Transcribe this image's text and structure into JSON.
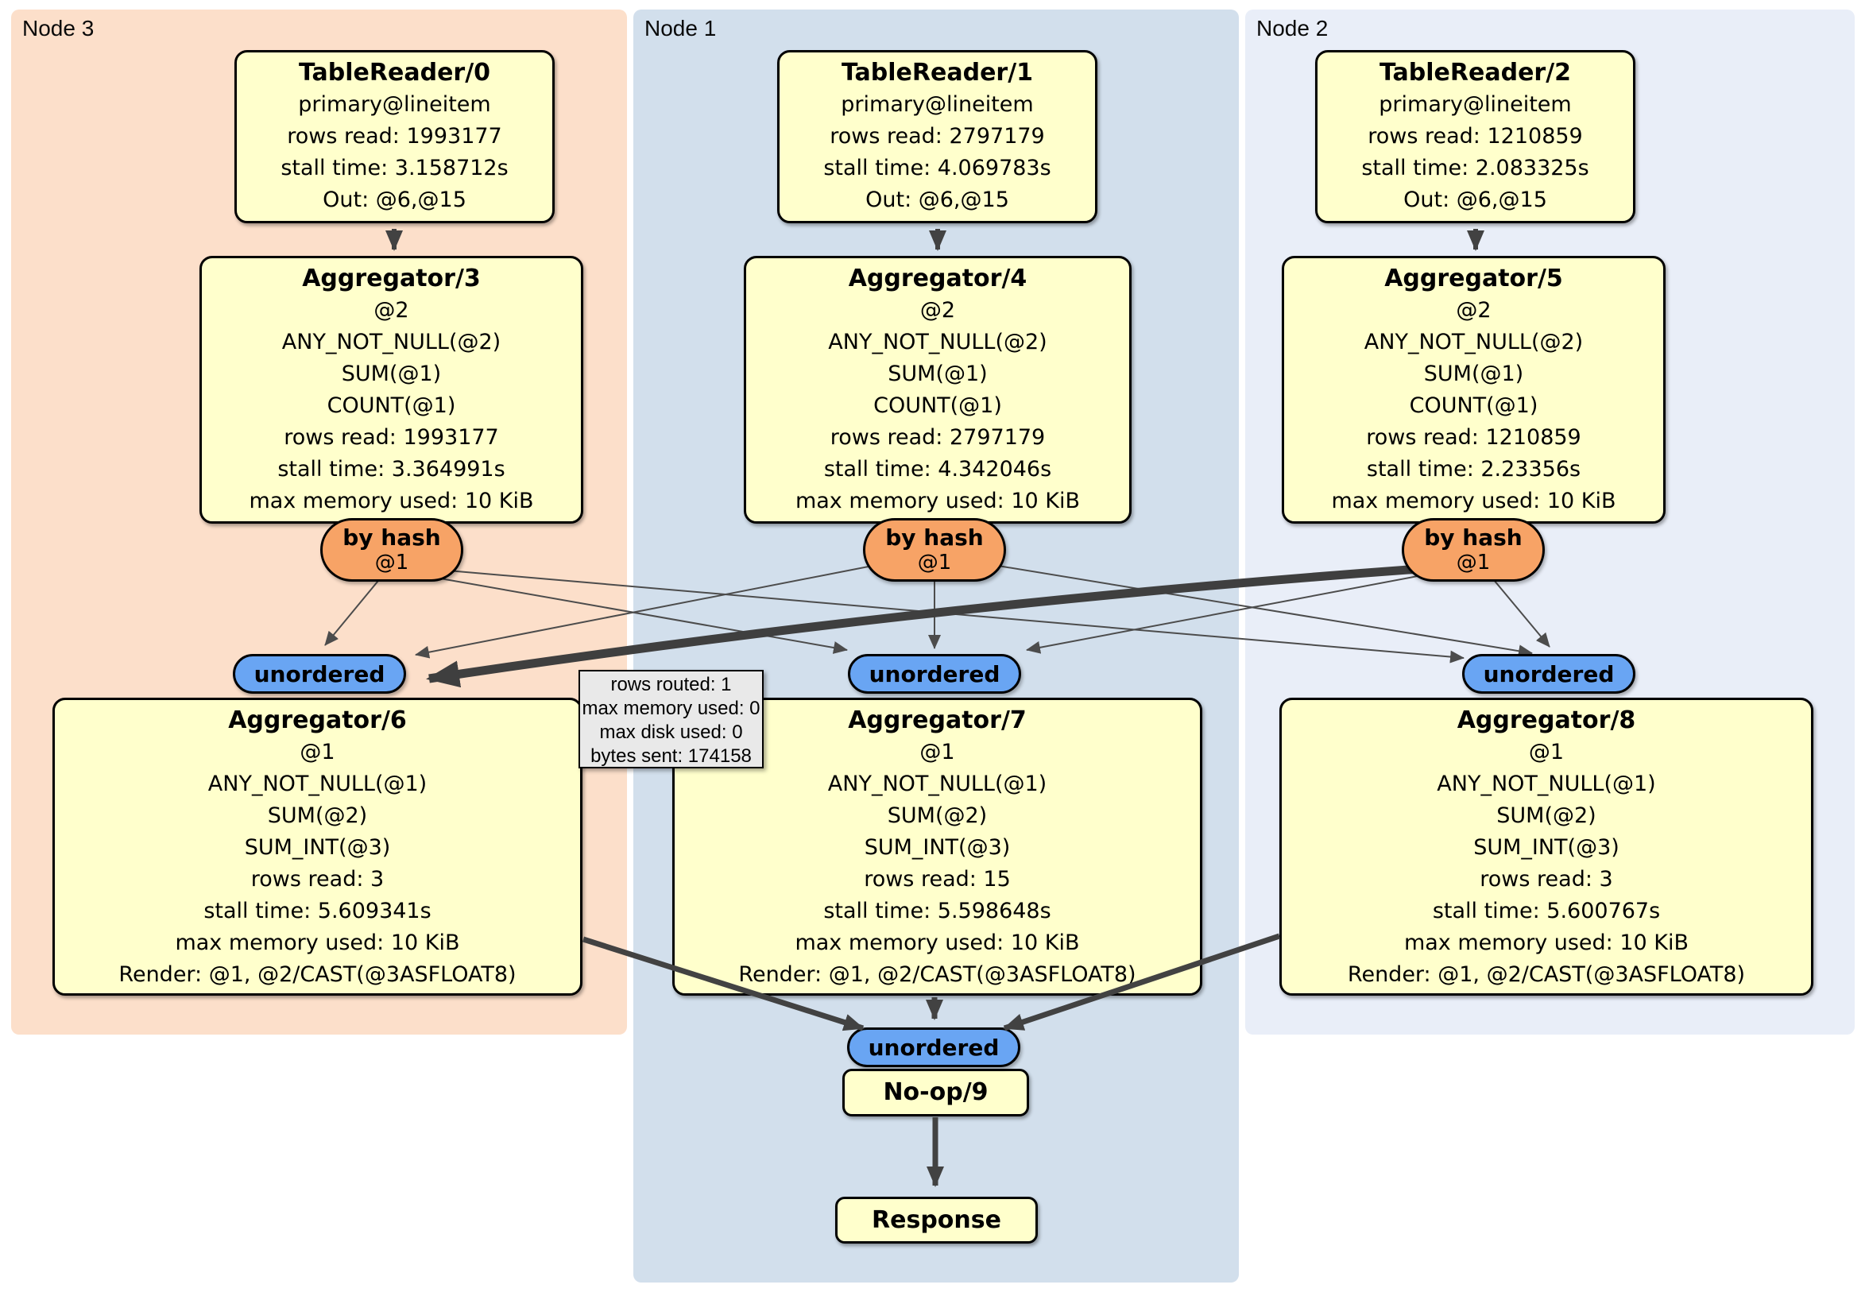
{
  "colors": {
    "node3-bg": "#fcdfca",
    "node1-bg": "#d2dfec",
    "node2-bg": "#e9eef8",
    "box-bg": "#ffffcc",
    "box-border": "#000000",
    "router-bg": "#f7a366",
    "sync-bg": "#69a5f3",
    "tooltip-bg": "#e9e9e9",
    "edge": "#4c4c4c",
    "text": "#000000"
  },
  "regions": [
    {
      "label": "Node 3"
    },
    {
      "label": "Node 1"
    },
    {
      "label": "Node 2"
    }
  ],
  "processors": {
    "tr0": {
      "title": "TableReader/0",
      "lines": [
        "primary@lineitem",
        "rows read: 1993177",
        "stall time: 3.158712s",
        "Out: @6,@15"
      ]
    },
    "tr1": {
      "title": "TableReader/1",
      "lines": [
        "primary@lineitem",
        "rows read: 2797179",
        "stall time: 4.069783s",
        "Out: @6,@15"
      ]
    },
    "tr2": {
      "title": "TableReader/2",
      "lines": [
        "primary@lineitem",
        "rows read: 1210859",
        "stall time: 2.083325s",
        "Out: @6,@15"
      ]
    },
    "agg3": {
      "title": "Aggregator/3",
      "lines": [
        "@2",
        "ANY_NOT_NULL(@2)",
        "SUM(@1)",
        "COUNT(@1)",
        "rows read: 1993177",
        "stall time: 3.364991s",
        "max memory used: 10 KiB"
      ]
    },
    "agg4": {
      "title": "Aggregator/4",
      "lines": [
        "@2",
        "ANY_NOT_NULL(@2)",
        "SUM(@1)",
        "COUNT(@1)",
        "rows read: 2797179",
        "stall time: 4.342046s",
        "max memory used: 10 KiB"
      ]
    },
    "agg5": {
      "title": "Aggregator/5",
      "lines": [
        "@2",
        "ANY_NOT_NULL(@2)",
        "SUM(@1)",
        "COUNT(@1)",
        "rows read: 1210859",
        "stall time: 2.23356s",
        "max memory used: 10 KiB"
      ]
    },
    "agg6": {
      "title": "Aggregator/6",
      "lines": [
        "@1",
        "ANY_NOT_NULL(@1)",
        "SUM(@2)",
        "SUM_INT(@3)",
        "rows read: 3",
        "stall time: 5.609341s",
        "max memory used: 10 KiB",
        "Render: @1, @2/CAST(@3ASFLOAT8)"
      ]
    },
    "agg7": {
      "title": "Aggregator/7",
      "lines": [
        "@1",
        "ANY_NOT_NULL(@1)",
        "SUM(@2)",
        "SUM_INT(@3)",
        "rows read: 15",
        "stall time: 5.598648s",
        "max memory used: 10 KiB",
        "Render: @1, @2/CAST(@3ASFLOAT8)"
      ]
    },
    "agg8": {
      "title": "Aggregator/8",
      "lines": [
        "@1",
        "ANY_NOT_NULL(@1)",
        "SUM(@2)",
        "SUM_INT(@3)",
        "rows read: 3",
        "stall time: 5.600767s",
        "max memory used: 10 KiB",
        "Render: @1, @2/CAST(@3ASFLOAT8)"
      ]
    },
    "noop": {
      "title": "No-op/9"
    },
    "response": {
      "title": "Response"
    }
  },
  "router": {
    "label": "by hash",
    "sub": "@1"
  },
  "sync": {
    "label": "unordered"
  },
  "tooltip": {
    "lines": [
      "rows routed: 1",
      "max memory used: 0",
      "max disk used: 0",
      "bytes sent: 174158"
    ]
  }
}
